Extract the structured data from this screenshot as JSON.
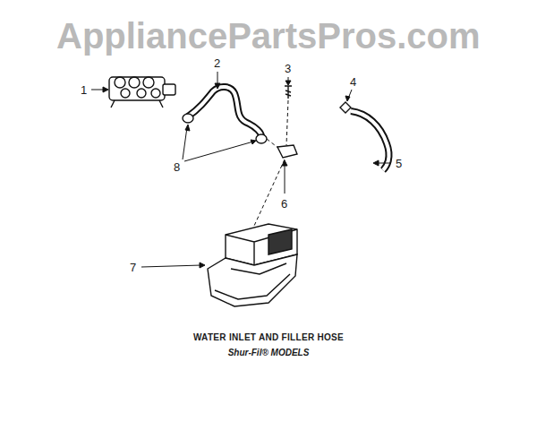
{
  "diagram": {
    "title": "WATER INLET AND FILLER HOSE",
    "caption": "Shur-Fil® MODELS",
    "labels": [
      "AppliancePartsPros.com",
      "1",
      "2",
      "3",
      "4",
      "5",
      "6",
      "7",
      "8"
    ]
  }
}
